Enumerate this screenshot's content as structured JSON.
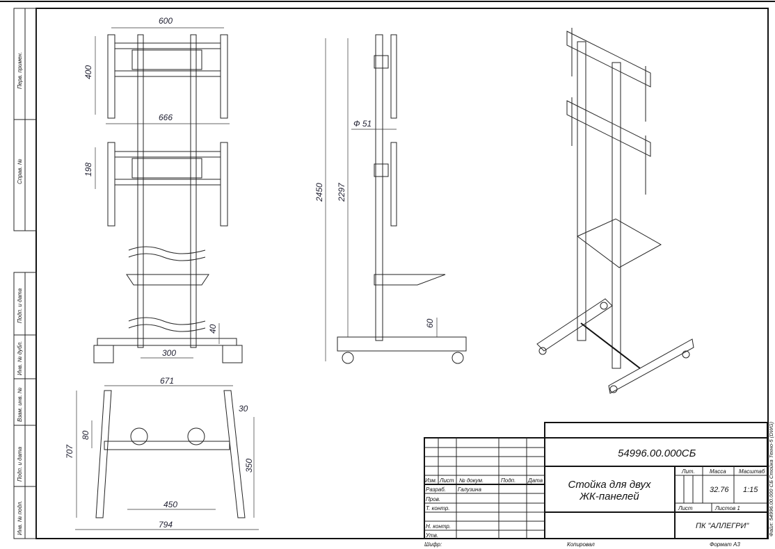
{
  "side_stamps": [
    "Перв. примен.",
    "Справ. №",
    "Подп. и дата",
    "Инв. № дубл.",
    "Взам. инв. №",
    "Подп. и дата",
    "Инв. № подл."
  ],
  "dimensions": {
    "front": {
      "width_top": "600",
      "height_top": "400",
      "width_mid": "666",
      "height_mid": "198",
      "base_width": "300",
      "wheel_height": "40"
    },
    "side": {
      "diameter": "Ф 51",
      "total_height": "2450",
      "pole_height": "2297",
      "base_height": "60"
    },
    "plan": {
      "top_width": "671",
      "angle": "30",
      "offset": "80",
      "depth": "707",
      "inner_depth": "350",
      "inner_width": "450",
      "bottom_width": "794"
    }
  },
  "title_block": {
    "designation": "54996.00.000СБ",
    "title_line1": "Стойка для двух",
    "title_line2": "ЖК-панелей",
    "headers": {
      "izm": "Изм.",
      "list": "Лист",
      "doc": "№ докум.",
      "sign": "Подп.",
      "date": "Дата"
    },
    "roles": [
      "Разраб.",
      "Пров.",
      "Т. контр.",
      "",
      "Н. контр.",
      "Утв."
    ],
    "developer": "Галузина",
    "lit_label": "Лит.",
    "mass_label": "Масса",
    "scale_label": "Масштаб",
    "mass": "32.76",
    "scale": "1:15",
    "sheet_label": "Лист",
    "sheets_label": "Листов 1",
    "company": "ПК \"АЛЛЕГРИ\"",
    "cipher": "Шифр:",
    "copied": "Копировал",
    "format": "Формат А3",
    "file_note": "Файл: 54996.00.000 СБ Стойка Техно-5 (DWG)"
  }
}
